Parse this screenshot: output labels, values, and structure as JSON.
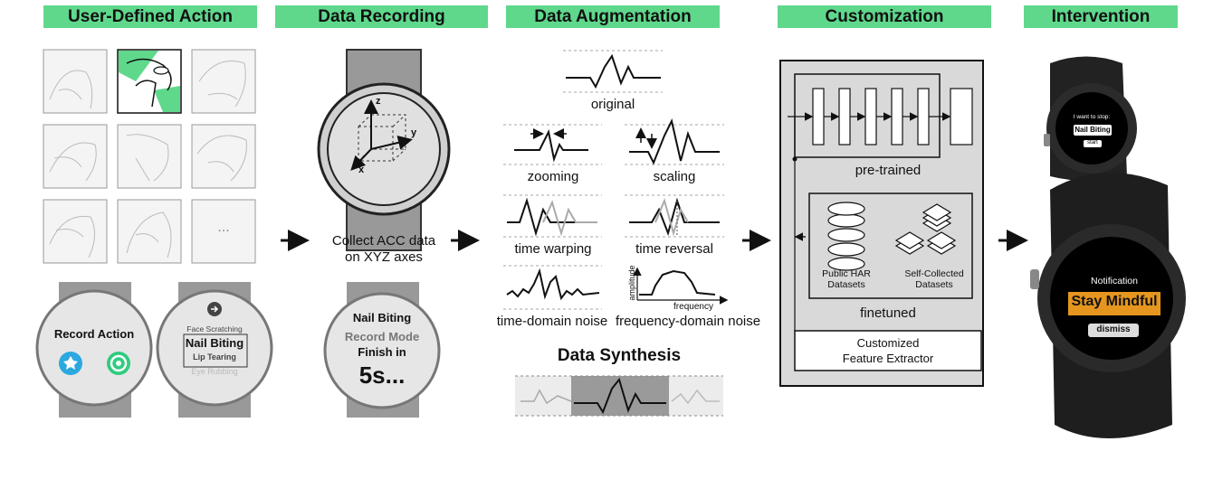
{
  "headers": {
    "user_defined_action": "User-Defined Action",
    "data_recording": "Data Recording",
    "data_augmentation": "Data Augmentation",
    "customization": "Customization",
    "intervention": "Intervention"
  },
  "action_grid": {
    "more_label": "..."
  },
  "watch_record": {
    "title": "Record Action"
  },
  "watch_menu": {
    "items": [
      "Face Scratching",
      "Nail Biting",
      "Lip Tearing",
      "Eye Rubbing"
    ]
  },
  "recording": {
    "axes": {
      "x": "x",
      "y": "y",
      "z": "z"
    },
    "caption_line1": "Collect ACC data",
    "caption_line2": "on XYZ axes",
    "watch": {
      "title": "Nail Biting",
      "mode": "Record Mode",
      "finish": "Finish in",
      "countdown": "5s..."
    }
  },
  "augmentation": {
    "original": "original",
    "zooming": "zooming",
    "scaling": "scaling",
    "time_warping": "time warping",
    "time_reversal": "time reversal",
    "time_noise": "time-domain noise",
    "freq_noise": "frequency-domain noise",
    "amplitude_axis": "amplitude",
    "frequency_axis": "frequency",
    "synthesis_title": "Data Synthesis"
  },
  "customization": {
    "pretrained": "pre-trained",
    "public_har_line1": "Public HAR",
    "public_har_line2": "Datasets",
    "self_collected_line1": "Self-Collected",
    "self_collected_line2": "Datasets",
    "finetuned": "finetuned",
    "extractor_line1": "Customized",
    "extractor_line2": "Feature Extractor"
  },
  "intervention": {
    "small_watch": {
      "prompt": "I want to stop:",
      "target": "Nail Biting",
      "button": "start"
    },
    "large_watch": {
      "notice": "Notification",
      "message": "Stay Mindful",
      "button": "dismiss"
    }
  },
  "colors": {
    "header_green": "#5fd88c",
    "accent_orange": "#e6961e",
    "panel_gray": "#d9d9d9"
  }
}
